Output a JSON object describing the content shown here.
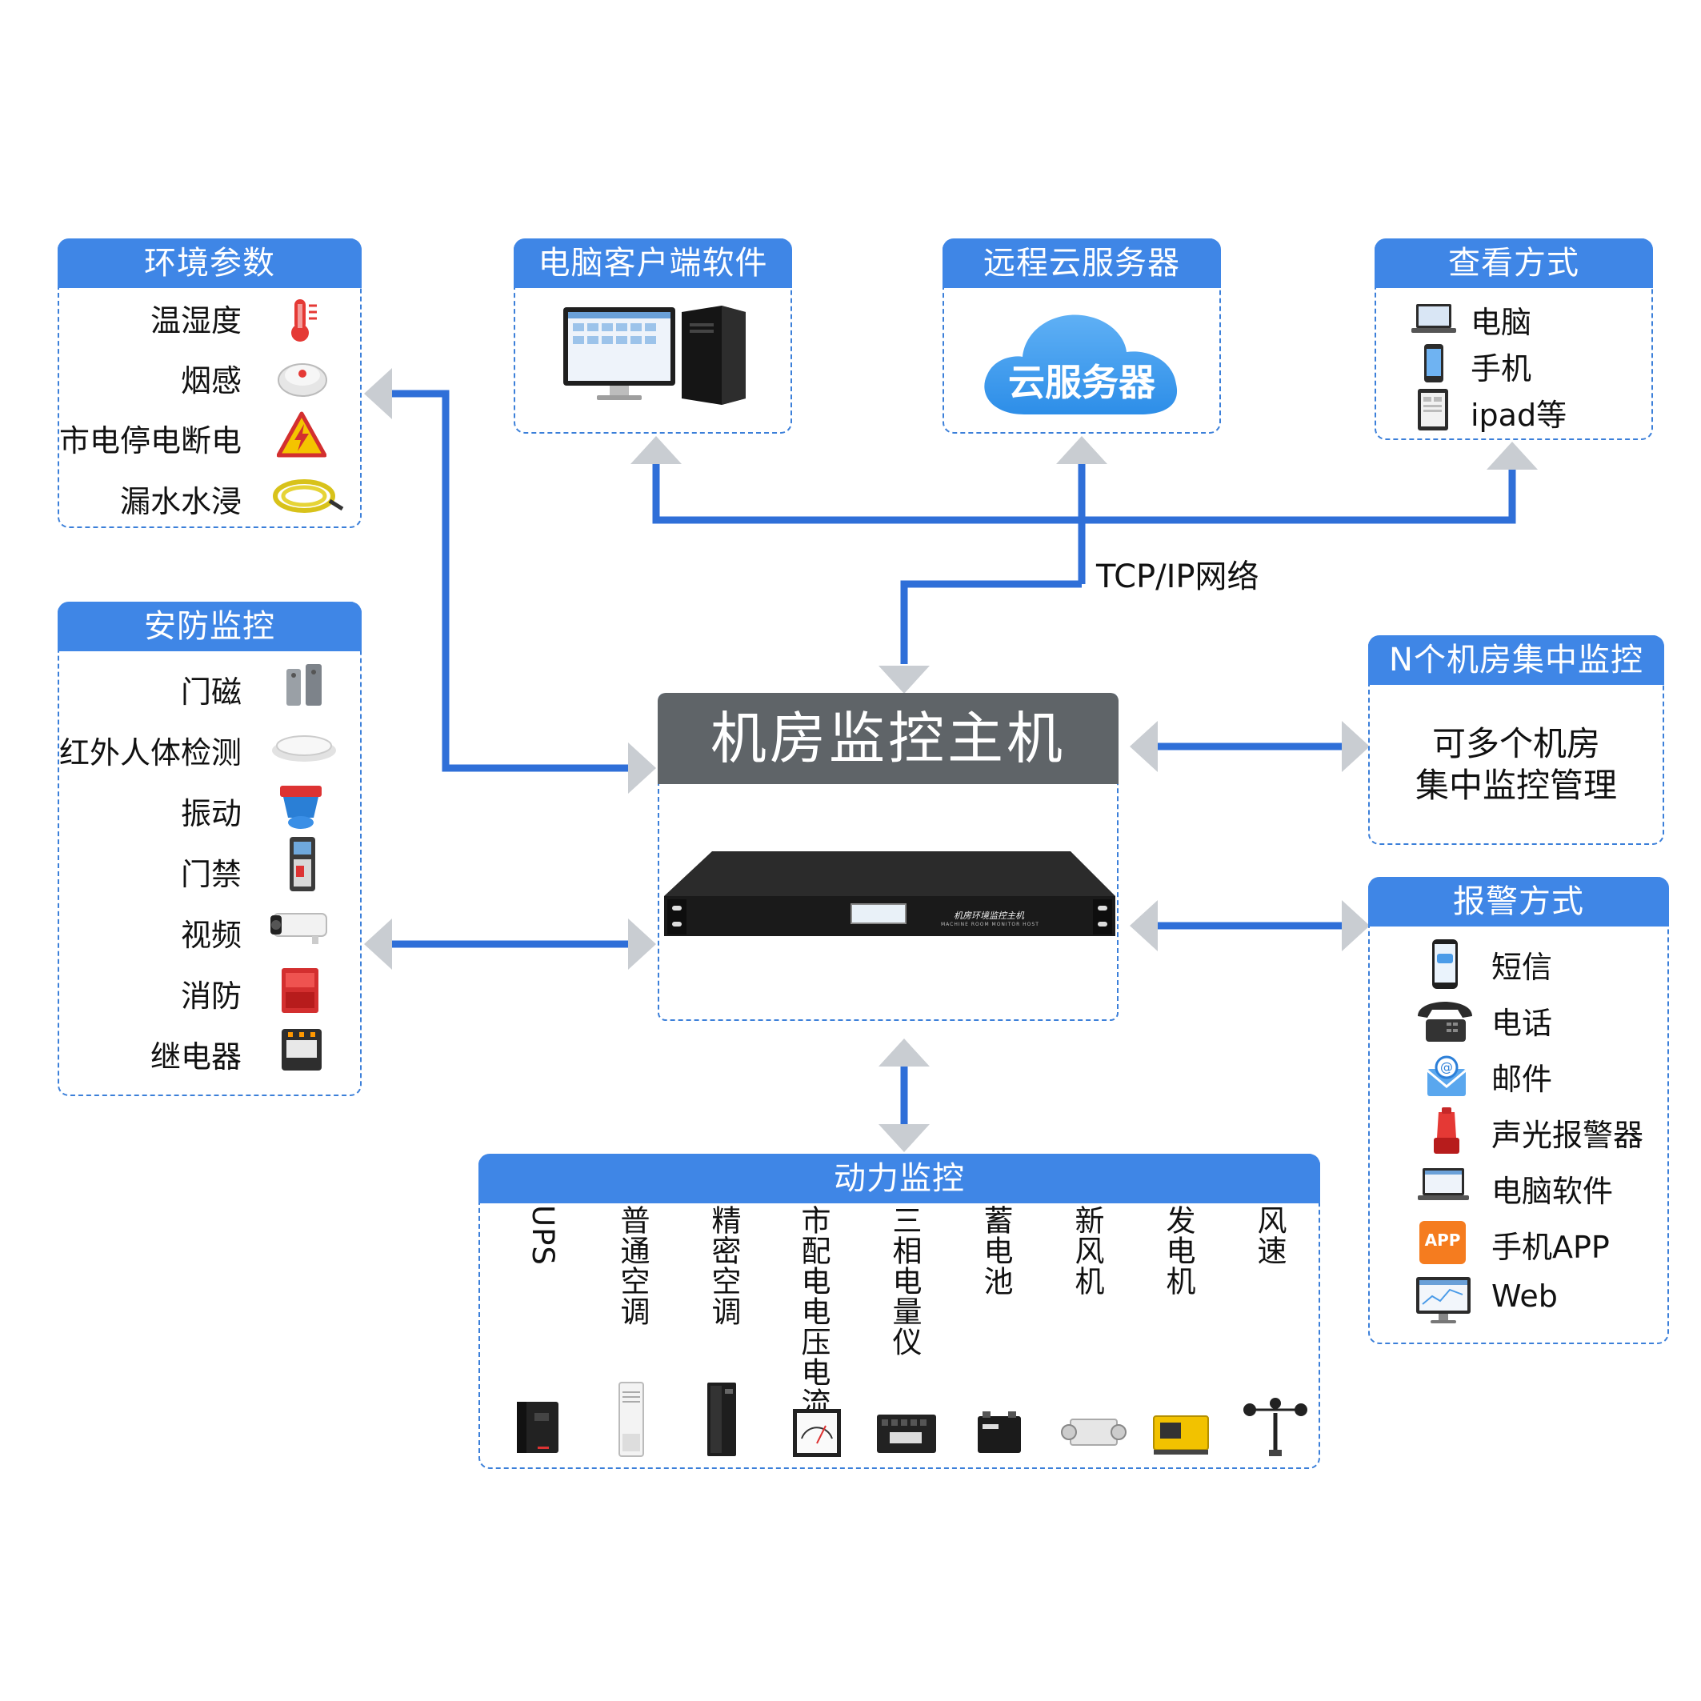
{
  "env": {
    "title": "环境参数",
    "items": [
      "温湿度",
      "烟感",
      "市电停电断电",
      "漏水水浸"
    ]
  },
  "pc_client": {
    "title": "电脑客户端软件"
  },
  "cloud": {
    "title": "远程云服务器",
    "label": "云服务器"
  },
  "view": {
    "title": "查看方式",
    "items": [
      "电脑",
      "手机",
      "ipad等"
    ]
  },
  "network_label": "TCP/IP网络",
  "security": {
    "title": "安防监控",
    "items": [
      "门磁",
      "红外人体检测",
      "振动",
      "门禁",
      "视频",
      "消防",
      "继电器"
    ]
  },
  "host": {
    "title": "机房监控主机",
    "device_label_cn": "机房环境监控主机",
    "device_label_en": "MACHINE ROOM MONITOR HOST"
  },
  "multi": {
    "title": "N个机房集中监控",
    "line1": "可多个机房",
    "line2": "集中监控管理"
  },
  "alarm": {
    "title": "报警方式",
    "items": [
      "短信",
      "电话",
      "邮件",
      "声光报警器",
      "电脑软件",
      "手机APP",
      "Web"
    ],
    "app_icon_text": "APP"
  },
  "power": {
    "title": "动力监控",
    "items": [
      "UPS",
      "普通空调",
      "精密空调",
      "市配电电压电流",
      "三相电量仪",
      "蓄电池",
      "新风机",
      "发电机",
      "风速"
    ]
  },
  "colors": {
    "accent": "#3f86e6",
    "wire": "#2f6fd8",
    "arrow": "#c9cdd2",
    "host_head": "#5f6468"
  }
}
